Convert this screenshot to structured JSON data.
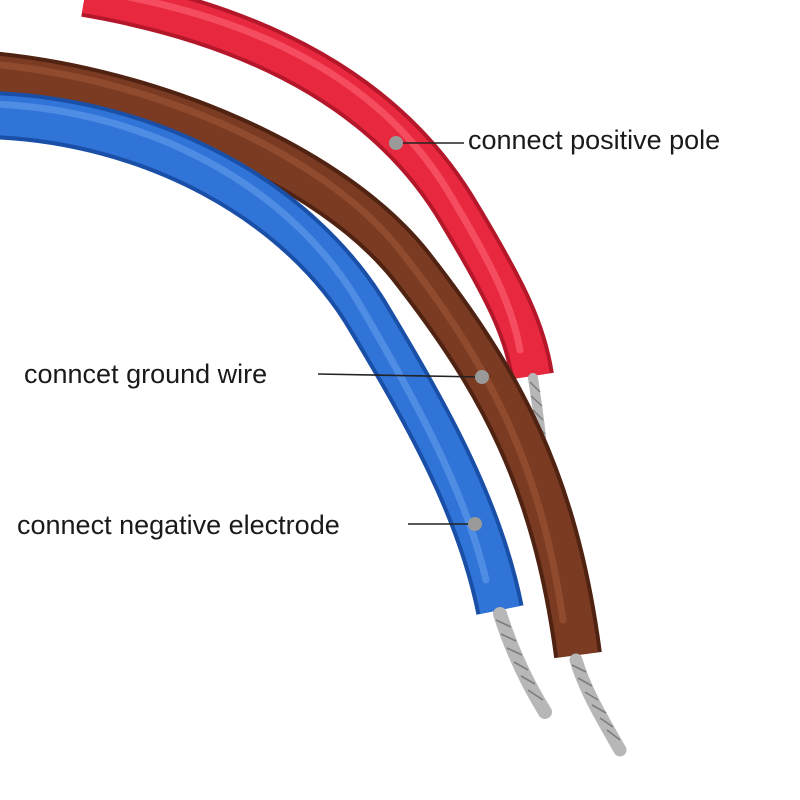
{
  "annotations": {
    "positive": {
      "label": "connect positive pole"
    },
    "ground": {
      "label": "conncet ground wire"
    },
    "negative": {
      "label": "connect negative electrode"
    }
  },
  "wires": {
    "red": {
      "color": "#e8283f",
      "shade": "#b5172a",
      "highlight": "#ff6a7a"
    },
    "brown": {
      "color": "#7a3b22",
      "shade": "#4f2212",
      "highlight": "#a65a3a"
    },
    "blue": {
      "color": "#2f74d6",
      "shade": "#1a4fa8",
      "highlight": "#6aa3f0"
    },
    "strand": {
      "color": "#b7b7b7",
      "shade": "#7d7d7d"
    }
  },
  "callout": {
    "line_color": "#222222",
    "marker_color": "#9a9a9a"
  }
}
